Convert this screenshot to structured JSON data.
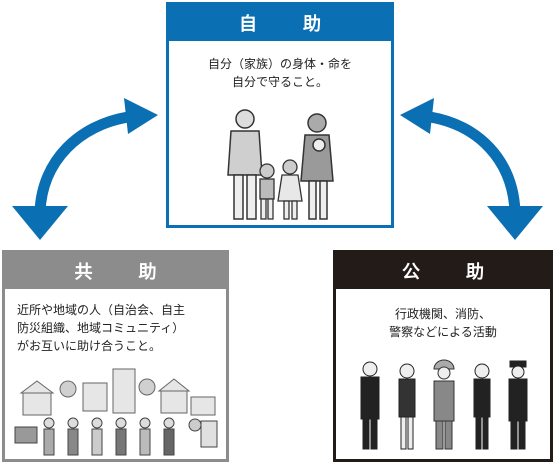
{
  "jijo": {
    "title": "自　助",
    "line1": "自分（家族）の身体・命を",
    "line2": "自分で守ること。"
  },
  "kyojo": {
    "title": "共　助",
    "line1": "近所や地域の人（自治会、自主",
    "line2": "防災組織、地域コミュニティ）",
    "line3": "がお互いに助け合うこと。"
  },
  "kojo": {
    "title": "公　助",
    "line1": "行政機関、消防、",
    "line2": "警察などによる活動"
  },
  "colors": {
    "jijo": "#0a6fb3",
    "kyojo": "#8c8c8c",
    "kojo": "#221b17",
    "arrow": "#0a6fb3"
  }
}
